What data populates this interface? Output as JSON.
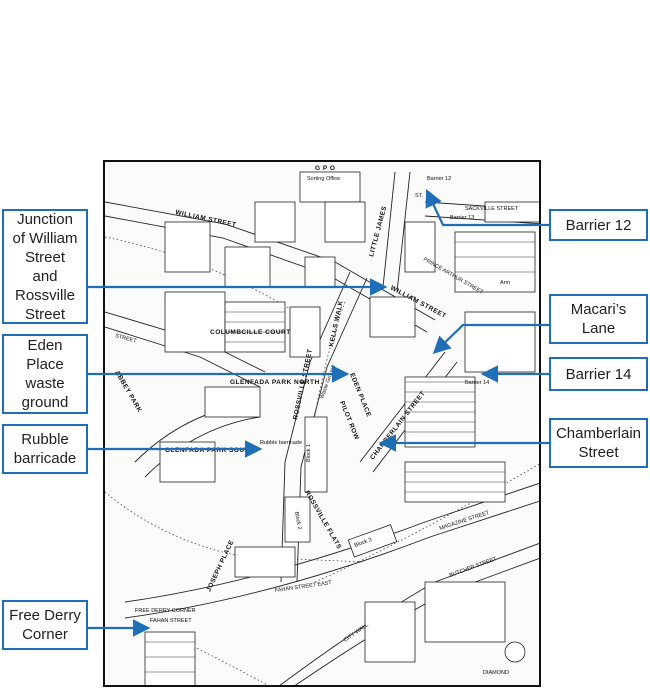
{
  "callouts": {
    "junction": "Junction of William Street and Rossville Street",
    "junction_lines": [
      "Junction",
      "of William",
      "Street",
      "and",
      "Rossville",
      "Street"
    ],
    "eden_lines": [
      "Eden",
      "Place",
      "waste",
      "ground"
    ],
    "rubble_lines": [
      "Rubble",
      "barricade"
    ],
    "freederry_lines": [
      "Free Derry",
      "Corner"
    ],
    "barrier12": "Barrier 12",
    "macari_lines": [
      "Macari’s",
      "Lane"
    ],
    "barrier14": "Barrier 14",
    "chamberlain_lines": [
      "Chamberlain",
      "Street"
    ]
  },
  "map_labels": {
    "gpo": "G P O",
    "sorting_office": "Sorting Office",
    "william_street": "WILLIAM STREET",
    "william_street_east": "WILLIAM STREET",
    "little_james": "LITTLE JAMES",
    "st": "ST.",
    "barrier12": "Barrier 12",
    "barrier13": "Barrier 13",
    "sackville": "SACKVILLE STREET",
    "prince_arthur": "PRINCE ARTHUR STREET",
    "chamberlain": "CHAMBERLAIN STREET",
    "eden_place": "EDEN PLACE",
    "pilot_row": "PILOT ROW",
    "rossville_street": "ROSSVILLE STREET",
    "rossville_flats": "ROSSVILLE FLATS",
    "waste_ground": "Waste Ground",
    "glenfada_north": "GLENFADA PARK NORTH",
    "glenfada_south": "GLENFADA PARK SOUTH",
    "columbcille": "COLUMBCILLE COURT",
    "kells_walk": "KELLS WALK",
    "abbey_park": "ABBEY PARK",
    "street": "STREET",
    "rubble_barricade": "Rubble barricade",
    "block1": "Block 1",
    "block2": "Block 2",
    "block3": "Block 3",
    "joseph_place": "JOSEPH PLACE",
    "fahan_street": "FAHAN STREET",
    "fahan_street_east": "FAHAN STREET EAST",
    "free_derry_corner": "FREE DERRY CORNER",
    "city_wall": "CITY WALL",
    "magazine_street": "MAGAZINE STREET",
    "butcher_street": "BUTCHER STREET",
    "diamond": "DIAMOND",
    "barrier14": "Barrier 14",
    "arm": "Arm"
  }
}
